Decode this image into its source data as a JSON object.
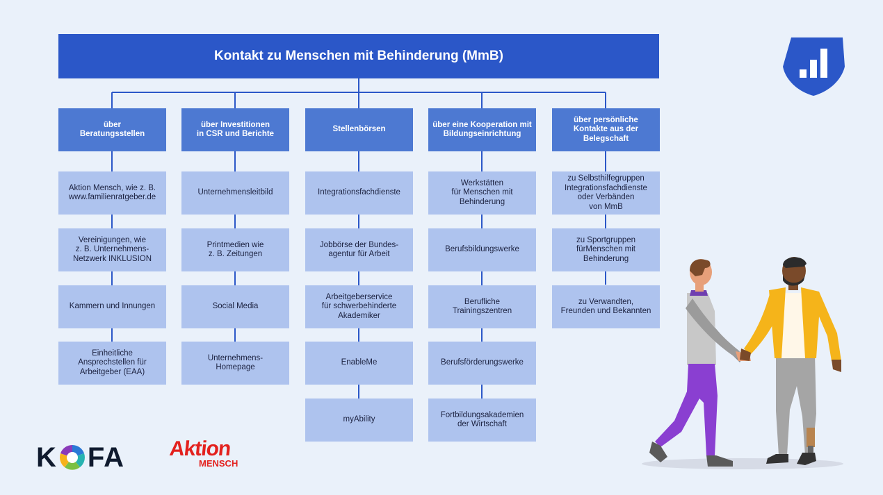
{
  "title": "Kontakt zu Menschen mit Behinderung (MmB)",
  "columns": [
    {
      "header": "über\nBeratungsstellen",
      "items": [
        "Aktion Mensch, wie z. B.\nwww.familienratgeber.de",
        "Vereinigungen, wie\nz. B. Unternehmens-\nNetzwerk INKLUSION",
        "Kammern und Innungen",
        "Einheitliche\nAnsprechstellen für\nArbeitgeber (EAA)"
      ]
    },
    {
      "header": "über Investitionen\nin CSR und Berichte",
      "items": [
        "Unternehmensleitbild",
        "Printmedien wie\nz. B. Zeitungen",
        "Social Media",
        "Unternehmens-\nHomepage"
      ]
    },
    {
      "header": "Stellenbörsen",
      "items": [
        "Integrationsfachdienste",
        "Jobbörse der Bundes-\nagentur für Arbeit",
        "Arbeitgeberservice\nfür schwerbehinderte\nAkademiker",
        "EnableMe",
        "myAbility"
      ]
    },
    {
      "header": "über eine Kooperation mit\nBildungseinrichtung",
      "items": [
        "Werkstätten\nfür Menschen mit\nBehinderung",
        "Berufsbildungswerke",
        "Berufliche\nTrainingszentren",
        "Berufsförderungswerke",
        "Fortbildungsakademien\nder Wirtschaft"
      ]
    },
    {
      "header": "über persönliche\nKontakte aus der\nBelegschaft",
      "items": [
        "zu Selbsthilfegruppen\nIntegrationsfachdienste\noder Verbänden\nvon MmB",
        "zu Sportgruppen\nfürMenschen mit\nBehinderung",
        "zu Verwandten,\nFreunden und Bekannten"
      ]
    }
  ],
  "logos": {
    "kofa_k": "K",
    "kofa_rest": "FA",
    "aktion": "Aktion",
    "mensch": "MENSCH"
  },
  "colors": {
    "title_bg": "#2b57c8",
    "header_bg": "#4d79d2",
    "item_bg": "#aec3ee",
    "connector": "#2b57c8",
    "background": "#eaf1fa",
    "aktion_red": "#e3211e"
  },
  "icons": [
    "bar-chart-shield-icon",
    "kofa-aperture-icon",
    "handshake-illustration"
  ]
}
